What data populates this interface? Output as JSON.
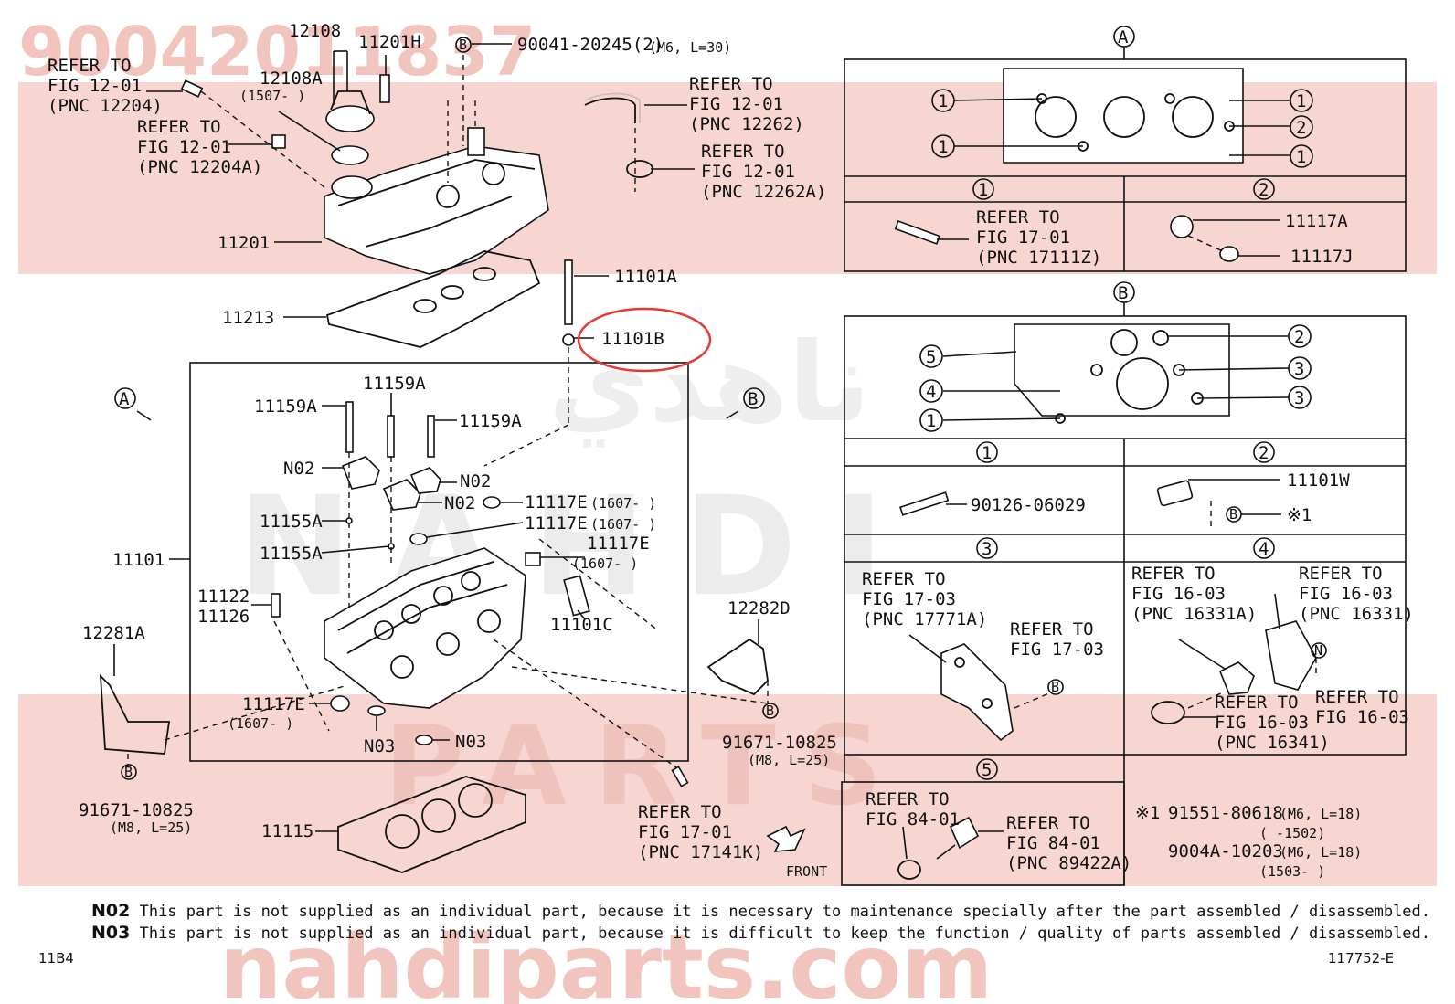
{
  "watermark": {
    "top_part_no": "90042011837",
    "brand": "NAHDI",
    "parts_word": "PARTS",
    "site": "nahdiparts.com",
    "arabic_text": "ناهدي",
    "band_color": "#f5d0cc",
    "text_color": "#f0b8b2"
  },
  "highlight": {
    "label": "11101B",
    "color": "#e53935"
  },
  "labels": {
    "l12108": "12108",
    "l11201H": "11201H",
    "lB1": "B",
    "l90041": "90041-20245(2)",
    "l90041b": "(M6, L=30)",
    "ref1a": "REFER TO",
    "ref1b": "FIG 12-01",
    "ref1c": "(PNC 12204)",
    "l12108A": "12108A",
    "l1507": "(1507-    )",
    "ref2a": "REFER TO",
    "ref2b": "FIG 12-01",
    "ref2c": "(PNC 12204A)",
    "ref3a": "REFER TO",
    "ref3b": "FIG 12-01",
    "ref3c": "(PNC 12262)",
    "ref4a": "REFER TO",
    "ref4b": "FIG 12-01",
    "ref4c": "(PNC 12262A)",
    "l11201": "11201",
    "l11213": "11213",
    "l11101A": "11101A",
    "l11101B": "11101B",
    "lA": "A",
    "lBb": "B",
    "l11159A_1": "11159A",
    "l11159A_2": "11159A",
    "l11159A_3": "11159A",
    "lN02a": "N02",
    "lN02b": "N02",
    "lN02c": "N02",
    "l11117E1": "11117E",
    "l11117E1s": "(1607-     )",
    "l11117E2": "11117E",
    "l11117E2s": "(1607-     )",
    "l11117E3": "11117E",
    "l11117E3s": "(1607-     )",
    "l11155A1": "11155A",
    "l11155A2": "11155A",
    "l11101": "11101",
    "l11122": "11122",
    "l11126": "11126",
    "l11101C": "11101C",
    "l12282D": "12282D",
    "l12281A": "12281A",
    "l11117E4": "11117E",
    "l11117E4s": "(1607-     )",
    "lN03a": "N03",
    "lN03b": "N03",
    "lB3": "B",
    "l91671a": "91671-10825",
    "l91671as": "(M8, L=25)",
    "lB4": "B",
    "l91671b": "91671-10825",
    "l91671bs": "(M8, L=25)",
    "l11115": "11115",
    "ref5a": "REFER TO",
    "ref5b": "FIG 17-01",
    "ref5c": "(PNC 17141K)",
    "front": "FRONT"
  },
  "panelA": {
    "title": "A",
    "c1": "1",
    "c2": "1",
    "c3": "2",
    "c4": "1",
    "c5": "1",
    "cell1": "1",
    "cell2": "2",
    "cell1_ref_a": "REFER TO",
    "cell1_ref_b": "FIG 17-01",
    "cell1_ref_c": "(PNC 17111Z)",
    "cell2_p1": "11117A",
    "cell2_p2": "11117J"
  },
  "panelB": {
    "title": "B",
    "c5": "5",
    "c4": "4",
    "c1": "1",
    "c2": "2",
    "c3a": "3",
    "c3b": "3",
    "cell1": "1",
    "cell2": "2",
    "cell3": "3",
    "cell4": "4",
    "cell5": "5",
    "cell1_part": "90126-06029",
    "cell2_part": "11101W",
    "cell2_B": "B",
    "cell2_note": "※1",
    "cell3_ref_a": "REFER TO",
    "cell3_ref_b": "FIG 17-03",
    "cell3_ref_c": "(PNC 17771A)",
    "cell3_ref2_a": "REFER TO",
    "cell3_ref2_b": "FIG 17-03",
    "cell3_B": "B",
    "cell4_ref1_a": "REFER TO",
    "cell4_ref1_b": "FIG 16-03",
    "cell4_ref1_c": "(PNC 16331A)",
    "cell4_ref2_a": "REFER TO",
    "cell4_ref2_b": "FIG 16-03",
    "cell4_ref2_c": "(PNC 16331)",
    "cell4_N": "N",
    "cell4_ref3_a": "REFER TO",
    "cell4_ref3_b": "FIG 16-03",
    "cell4_ref3_c": "(PNC 16341)",
    "cell4_ref4_a": "REFER TO",
    "cell4_ref4_b": "FIG 16-03",
    "cell5_ref1_a": "REFER TO",
    "cell5_ref1_b": "FIG 84-01",
    "cell5_ref2_a": "REFER TO",
    "cell5_ref2_b": "FIG 84-01",
    "cell5_ref2_c": "(PNC 89422A)"
  },
  "footnote1": {
    "mark": "※1",
    "line1": "91551-80618",
    "line1s": "(M6, L=18)",
    "line2": "(    -1502)",
    "line3": "9004A-10203",
    "line3s": "(M6, L=18)",
    "line4": "(1503-    )"
  },
  "notes": [
    {
      "code": "N02",
      "text": "This part is not supplied as an individual part, because it is necessary to maintenance specially after the part assembled / disassembled."
    },
    {
      "code": "N03",
      "text": "This part is not supplied as an individual part, because it is difficult to keep the function / quality of parts assembled / disassembled."
    }
  ],
  "footer": {
    "left": "11B4",
    "right": "117752-E"
  }
}
